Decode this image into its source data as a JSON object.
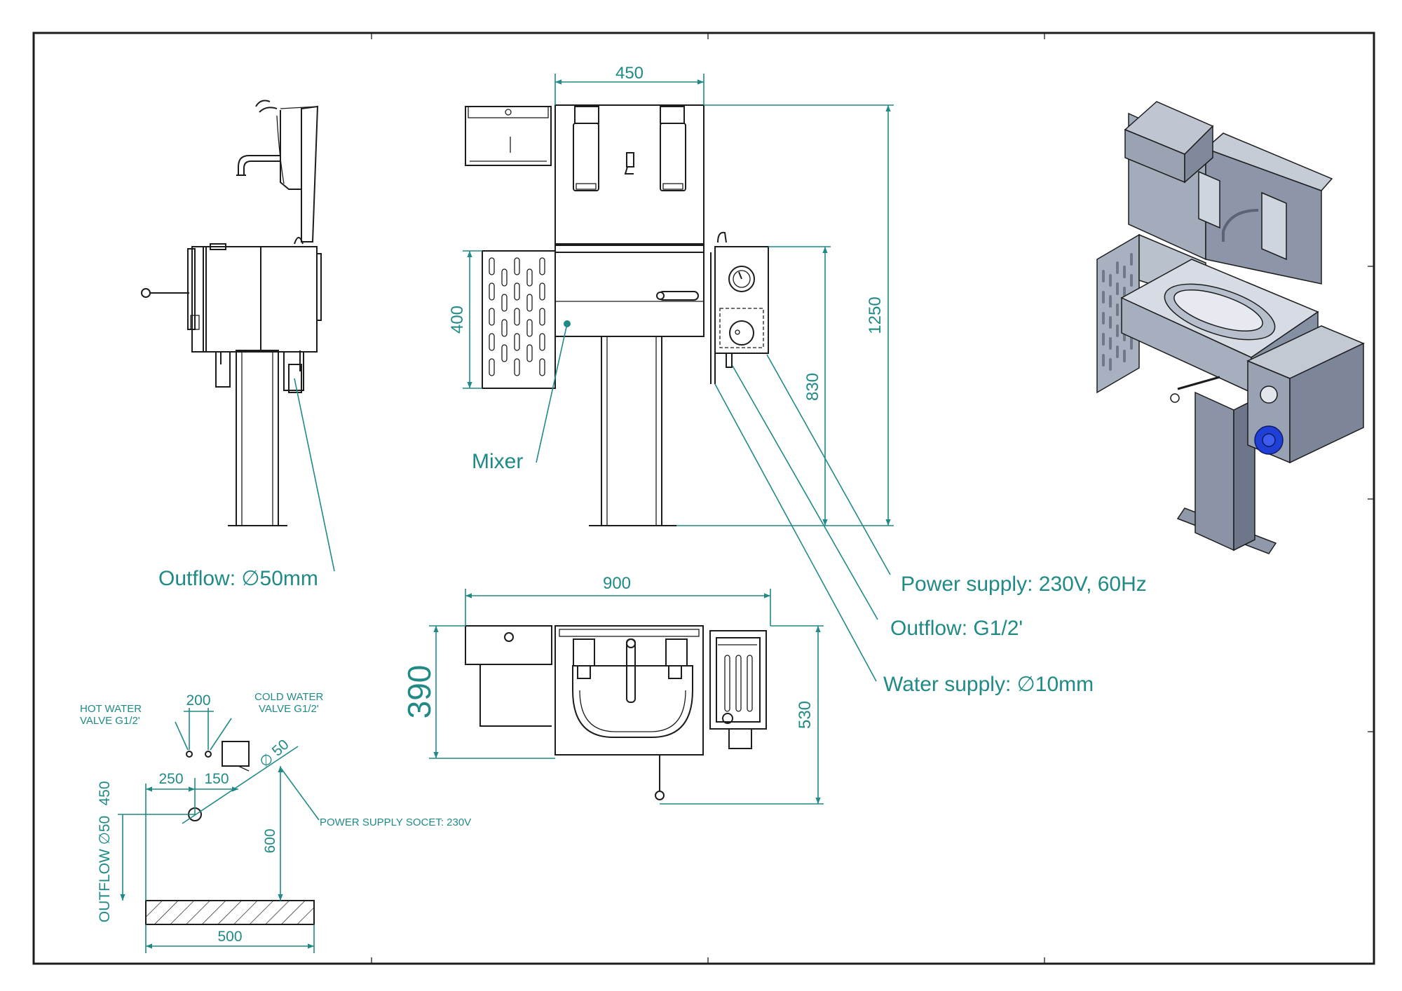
{
  "front_view": {
    "width_dim": "450",
    "height_total_dim": "1250",
    "height_sink_dim": "830",
    "basket_height_dim": "400",
    "mixer_label": "Mixer"
  },
  "side_view": {
    "outflow_label": "Outflow: ∅50mm"
  },
  "top_view": {
    "width_dim": "900",
    "depth_dim": "390",
    "depth_total_dim": "530"
  },
  "callouts": {
    "power_supply": "Power supply: 230V, 60Hz",
    "outflow": "Outflow: G1/2'",
    "water_supply": "Water supply: ∅10mm"
  },
  "installation_plan": {
    "hot_water_line1": "HOT WATER",
    "hot_water_line2": "VALVE G1/2'",
    "cold_water_line1": "COLD WATER",
    "cold_water_line2": "VALVE G1/2'",
    "valve_spacing_dim": "200",
    "offset_250_dim": "250",
    "offset_150_dim": "150",
    "socket_diameter_dim": "∅ 50",
    "outflow_height_dim": "450",
    "outflow_vertical_label": "OUTFLOW ∅50",
    "socket_height_dim": "600",
    "power_socket_label": "POWER SUPPLY SOCET: 230V",
    "base_width_dim": "500"
  },
  "colors": {
    "dimension": "#1f8a86",
    "line": "#1c1c1c",
    "steel": "#9ba5b5",
    "steel_dark": "#6d7789",
    "accent_blue": "#1f3fd6"
  }
}
